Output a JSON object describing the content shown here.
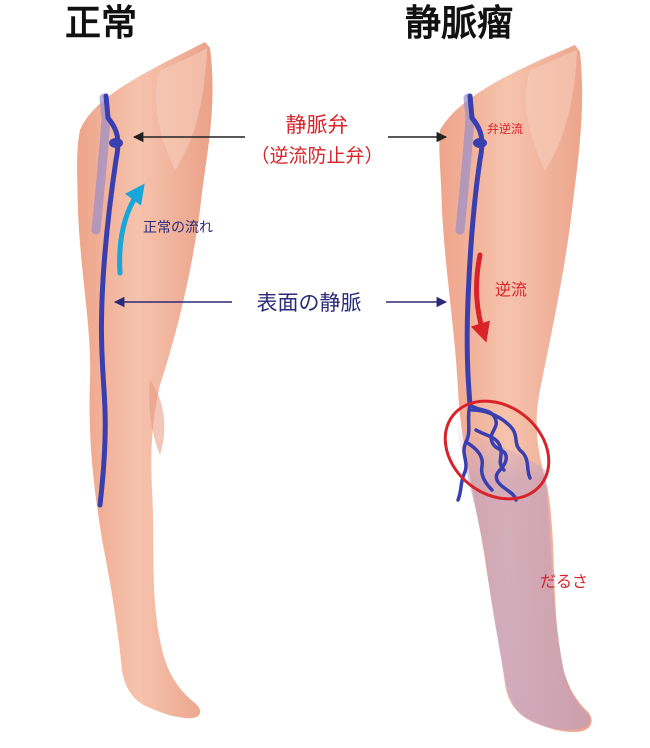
{
  "titles": {
    "normal": "正常",
    "varicose": "静脈瘤"
  },
  "labels": {
    "valve_line1": "静脈弁",
    "valve_line2": "（逆流防止弁）",
    "normal_flow": "正常の流れ",
    "surface_vein": "表面の静脈",
    "valve_reflux": "弁逆流",
    "reflux": "逆流",
    "heaviness": "だるさ"
  },
  "colors": {
    "skin": "#f3b9a0",
    "skin_shade": "#e79d83",
    "vein": "#3a3fb0",
    "vein_deep": "#9a8fcc",
    "normal_arrow": "#1aa6d8",
    "reflux_red": "#d8232a",
    "callout_navy": "#2b2a7a",
    "callout_black": "#222222",
    "swelling": "#b89bc2"
  }
}
